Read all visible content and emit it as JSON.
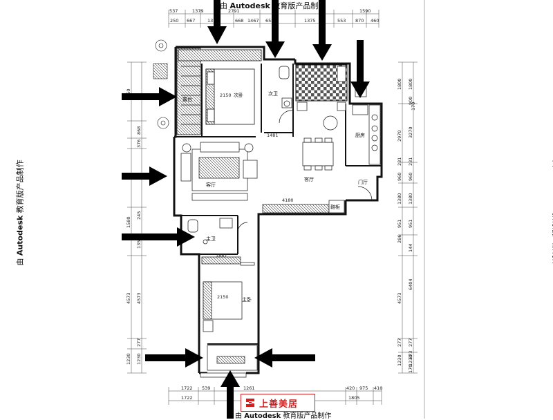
{
  "watermark": {
    "brand": "Autodesk",
    "prefix": "由 ",
    "suffix": " 教育版产品制作"
  },
  "logo": {
    "text": "上善美居"
  },
  "rooms": {
    "balcony": "露台",
    "second_bedroom": "次卧",
    "second_bath": "次卫",
    "kitchen": "厨房",
    "living": "客厅",
    "dining": "客厅",
    "master_bath": "主卫",
    "master_bedroom": "主卧",
    "entry": "门厅",
    "shoe_cabinet": "鞋柜"
  },
  "dims_top": {
    "row1": [
      "537",
      "1379",
      "2791",
      "1590"
    ],
    "row2": [
      "250",
      "667",
      "1379",
      "668",
      "1467",
      "658",
      "1375",
      "553",
      "870",
      "460"
    ]
  },
  "dims_left": [
    "1560",
    "868",
    "376",
    "1580",
    "4573",
    "1230",
    "245",
    "135",
    "277"
  ],
  "dims_right": [
    "1800",
    "900",
    "3270",
    "2970",
    "231",
    "960",
    "1380",
    "951",
    "286",
    "144",
    "6404",
    "4573",
    "277",
    "873",
    "1230",
    "170"
  ],
  "dims_bottom": {
    "row1": [
      "1722",
      "539",
      "1261",
      "420",
      "975",
      "410"
    ],
    "row2": [
      "1722",
      "1805"
    ]
  },
  "inner_dims": [
    "2150",
    "1481",
    "4180",
    "2150",
    "1887"
  ]
}
